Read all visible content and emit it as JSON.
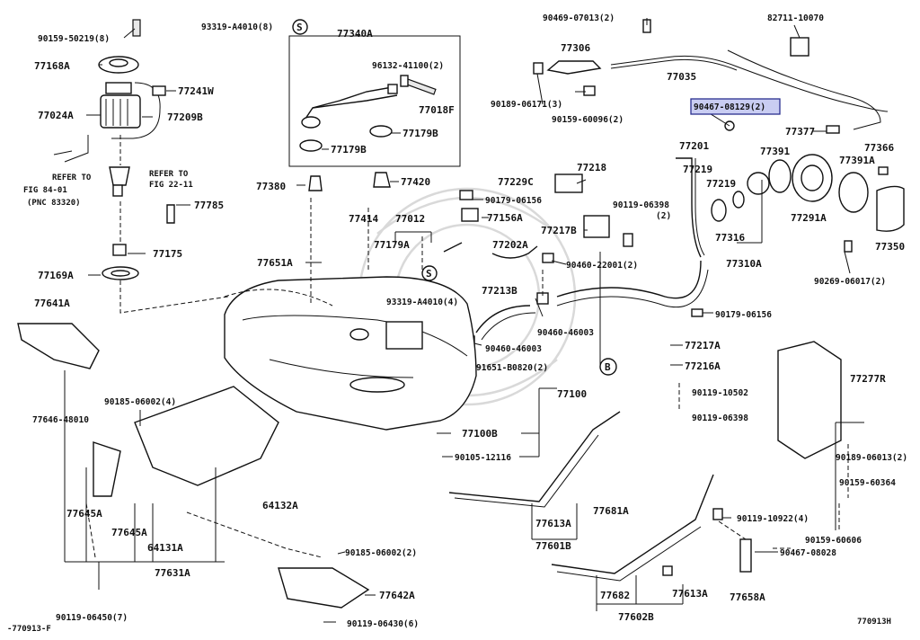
{
  "diagram": {
    "figure_code": "770913H",
    "footer_code": "-770913-F",
    "highlight_color": "#c9cdf2",
    "highlighted_part": "90467-08129(2)",
    "refer_notes": [
      {
        "line1": "REFER TO",
        "line2": "FIG 84-01",
        "line3": "(PNC 83320)"
      },
      {
        "line1": "REFER TO",
        "line2": "FIG 22-11"
      }
    ],
    "circle_markers": {
      "s": "S",
      "b": "B"
    },
    "labels": {
      "p93319a": "93319-A4010(8)",
      "p77340a": "77340A",
      "p90469": "90469-07013(2)",
      "p82711": "82711-10070",
      "p90159_50219": "90159-50219(8)",
      "p77168a": "77168A",
      "p96132": "96132-41100(2)",
      "p77306": "77306",
      "p77035": "77035",
      "p77241w": "77241W",
      "p77018f": "77018F",
      "p90189_06171": "90189-06171(3)",
      "p77024a": "77024A",
      "p77209b": "77209B",
      "p90159_60096": "90159-60096(2)",
      "p90467_08129": "90467-08129(2)",
      "p77179b_a": "77179B",
      "p77179b_b": "77179B",
      "p77377": "77377",
      "p77201": "77201",
      "p77391": "77391",
      "p77366": "77366",
      "p77218": "77218",
      "p77219_a": "77219",
      "p77219_b": "77219",
      "p77391a": "77391A",
      "p77380": "77380",
      "p77420": "77420",
      "p77229c": "77229C",
      "p90179_06156_a": "90179-06156",
      "p90119_06398_a": "90119-06398",
      "p90119_06398_a2": "(2)",
      "p77785": "77785",
      "p77414": "77414",
      "p77012": "77012",
      "p77156a": "77156A",
      "p77291a": "77291A",
      "p77350": "77350",
      "p77179a": "77179A",
      "p77217b": "77217B",
      "p77316": "77316",
      "p77175": "77175",
      "p77651a": "77651A",
      "p77202a": "77202A",
      "p77310a": "77310A",
      "p90460_22001": "90460-22001(2)",
      "p77169a": "77169A",
      "p93319_a4010_4": "93319-A4010(4)",
      "p77213b": "77213B",
      "p90269": "90269-06017(2)",
      "p77641a": "77641A",
      "p90460_46003_a": "90460-46003",
      "p90179_06156_b": "90179-06156",
      "p90460_46003_b": "90460-46003",
      "p77217a": "77217A",
      "p91651": "91651-B0820(2)",
      "p77216a": "77216A",
      "p77277r": "77277R",
      "p90119_10502": "90119-10502",
      "p77100": "77100",
      "p90185_06002_a": "90185-06002(4)",
      "p77646": "77646-48010",
      "p90119_06398_b": "90119-06398",
      "p77100b": "77100B",
      "p90189_06013": "90189-06013(2)",
      "p90105": "90105-12116",
      "p90159_60364": "90159-60364",
      "p77681a": "77681A",
      "p64132a": "64132A",
      "p77645a_a": "77645A",
      "p77613a_a": "77613A",
      "p90119_10922": "90119-10922(4)",
      "p77645a_b": "77645A",
      "p77601b": "77601B",
      "p64131a": "64131A",
      "p90159_60606": "90159-60606",
      "p90185_06002_b": "90185-06002(2)",
      "p90467_08028": "90467-08028",
      "p77631a": "77631A",
      "p77642a": "77642A",
      "p77682": "77682",
      "p77613a_b": "77613A",
      "p77658a": "77658A",
      "p90119_06450": "90119-06450(7)",
      "p90119_06430": "90119-06430(6)",
      "p77602b": "77602B"
    }
  }
}
